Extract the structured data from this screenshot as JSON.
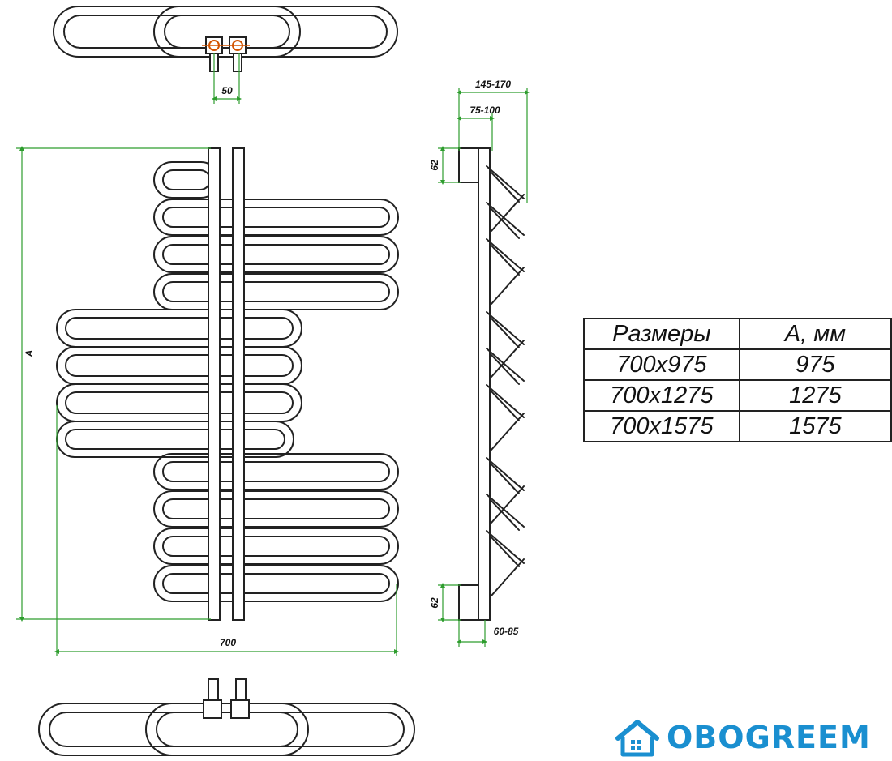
{
  "dimensions": {
    "connection_spacing": "50",
    "height": "A",
    "width": "700",
    "depth_outer": "145-170",
    "depth_inner": "75-100",
    "bracket_top": "62",
    "bracket_bottom": "62",
    "wall_offset": "60-85"
  },
  "table": {
    "headers": [
      "Размеры",
      "A, мм"
    ],
    "rows": [
      [
        "700x975",
        "975"
      ],
      [
        "700x1275",
        "1275"
      ],
      [
        "700x1575",
        "1575"
      ]
    ]
  },
  "brand": {
    "name": "OBOGREEM",
    "color": "#1a8fd0",
    "icon": "house-icon"
  },
  "colors": {
    "outline": "#222222",
    "dimension": "#2e9d2e",
    "valve": "#d35400"
  }
}
